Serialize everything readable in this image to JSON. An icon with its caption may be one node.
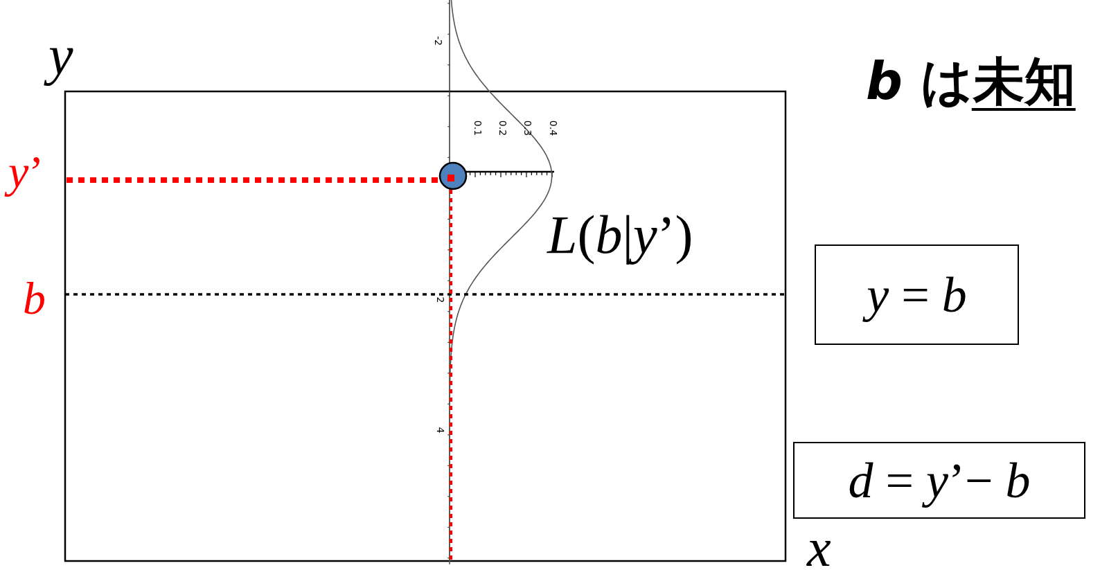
{
  "diagram": {
    "nodes": [
      {
        "text": [
          "*y* = *b*"
        ]
      },
      {
        "text": [
          "*d* = *y*’− *b*"
        ]
      }
    ],
    "edges": [],
    "labels": [
      "*y*",
      "*b* は未知",
      "-2",
      "0.1",
      "0.2",
      "0.3",
      "0.4",
      "*y*’",
      "*L*(*b*|*y*’)",
      "*b*",
      "2",
      "4",
      "*x*"
    ]
  }
}
